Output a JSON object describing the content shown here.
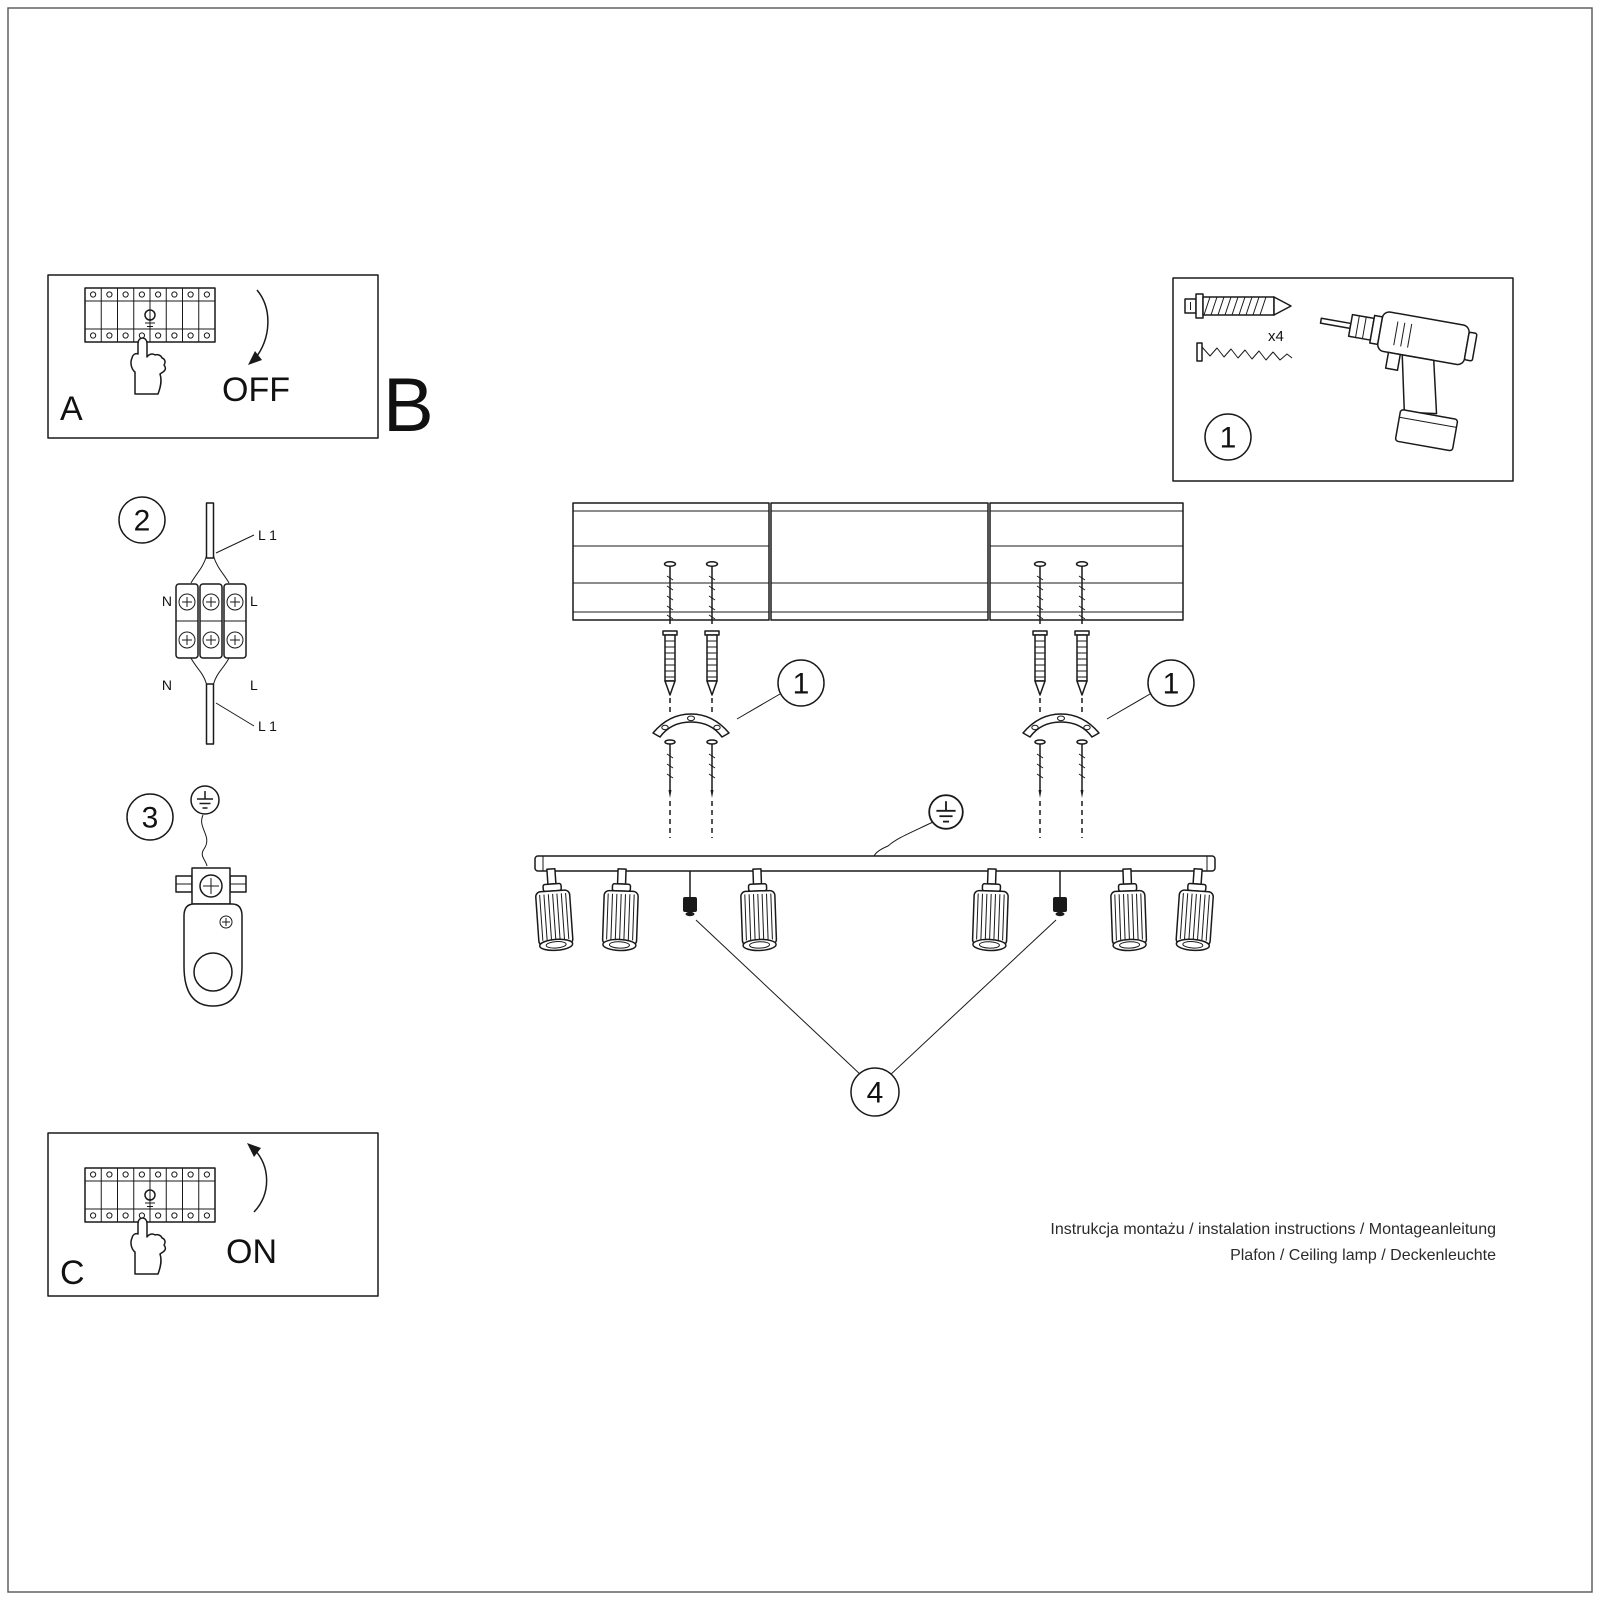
{
  "document": {
    "footer": {
      "line1": "Instrukcja montażu / instalation instructions / Montageanleitung",
      "line2": "Plafon / Ceiling lamp / Deckenleuchte"
    }
  },
  "sections": {
    "a": {
      "label": "A",
      "switch_state": "OFF"
    },
    "b": {
      "label": "B"
    },
    "c": {
      "label": "C",
      "switch_state": "ON"
    }
  },
  "callouts": {
    "one": "1",
    "two": "2",
    "three": "3",
    "four": "4"
  },
  "hardware": {
    "anchor_qty": "x4"
  },
  "wiring": {
    "l1_top": "L 1",
    "n_in": "N",
    "l_in": "L",
    "n_out": "N",
    "l_out": "L",
    "l1_bottom": "L 1"
  }
}
